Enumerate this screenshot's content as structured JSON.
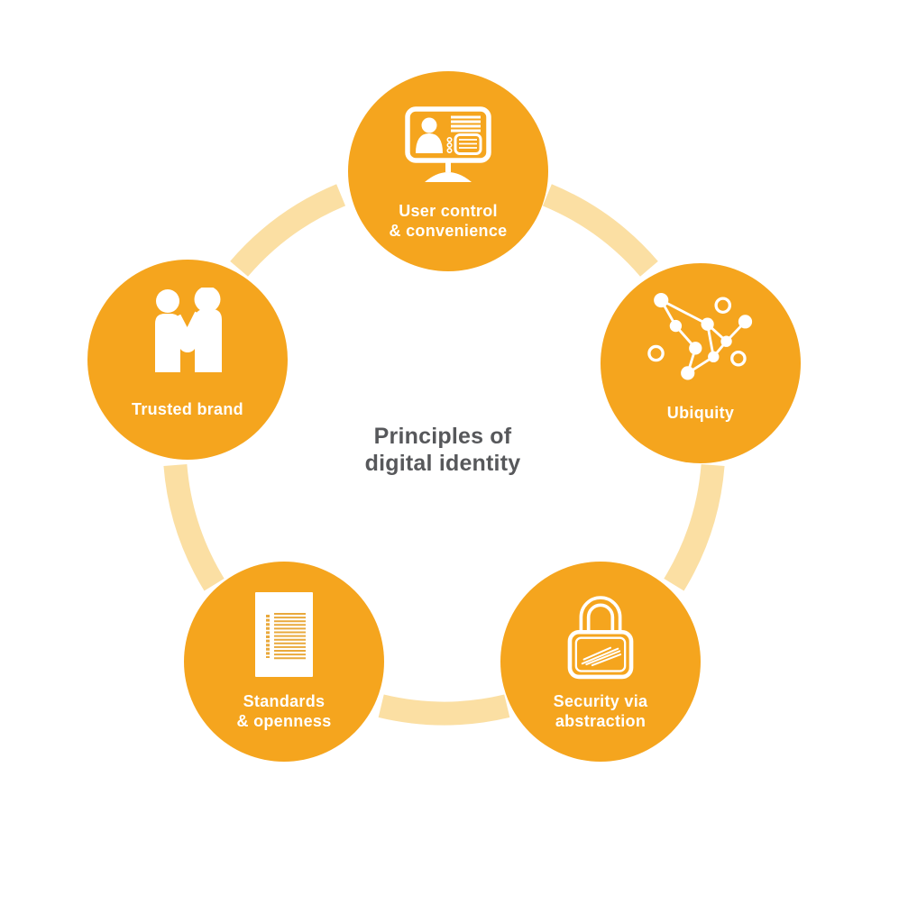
{
  "center_title": {
    "line1": "Principles of",
    "line2": "digital identity"
  },
  "nodes": [
    {
      "id": "user-control",
      "label_line1": "User control",
      "label_line2": "& convenience",
      "icon": "id-card-monitor-icon"
    },
    {
      "id": "ubiquity",
      "label_line1": "Ubiquity",
      "label_line2": "",
      "icon": "network-nodes-icon"
    },
    {
      "id": "security",
      "label_line1": "Security via",
      "label_line2": "abstraction",
      "icon": "padlock-icon"
    },
    {
      "id": "standards",
      "label_line1": "Standards",
      "label_line2": "& openness",
      "icon": "document-icon"
    },
    {
      "id": "trusted-brand",
      "label_line1": "Trusted brand",
      "label_line2": "",
      "icon": "handshake-people-icon"
    }
  ],
  "colors": {
    "background": "#FFFFFF",
    "circle": "#F5A51E",
    "ring": "#FBDFA3",
    "icon": "#FFFFFF",
    "doc_line": "#E9A93C",
    "title_text": "#57585B",
    "label_text": "#FFFFFF"
  }
}
